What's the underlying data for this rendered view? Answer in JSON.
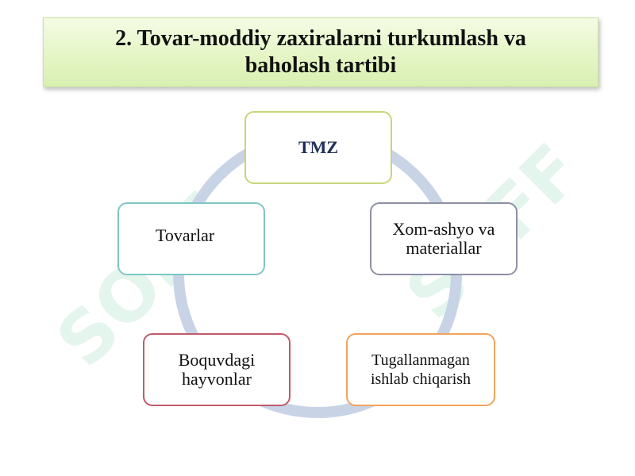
{
  "title": {
    "text": "2. Tovar-moddiy zaxiralarni turkumlash va baholash tartibi"
  },
  "diagram": {
    "center_node": "TMZ",
    "nodes": [
      {
        "id": "tovarlar",
        "label": "Tovarlar",
        "border_color": "#7ec7c2"
      },
      {
        "id": "xom-ashyo",
        "label": "Xom-ashyo va materiallar",
        "border_color": "#8d8fa3"
      },
      {
        "id": "boquvdagi",
        "label": "Boquvdagi hayvonlar",
        "border_color": "#c05a6a"
      },
      {
        "id": "tugallanmagan",
        "label": "Tugallanmagan ishlab chiqarish",
        "border_color": "#f1a45a"
      }
    ],
    "ring_color": "#c8d4e6",
    "top_border_color": "#c5d77a"
  },
  "watermark": {
    "text": "SOFF"
  }
}
